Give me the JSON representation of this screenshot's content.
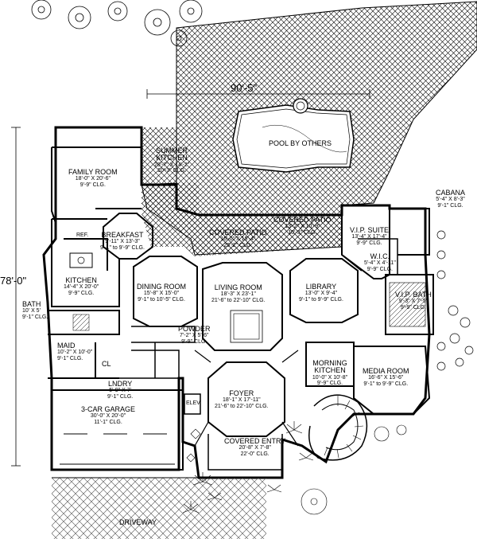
{
  "plan": {
    "overall_width": "90'-5\"",
    "overall_depth": "78'-0\"",
    "rooms": {
      "pool": {
        "name": "POOL BY OTHERS"
      },
      "summer_kitchen": {
        "name": "SUMMER KITCHEN",
        "size": "20'-7\" X 14'-2\"",
        "ceiling": "10'-3\" CLG."
      },
      "family_room": {
        "name": "FAMILY ROOM",
        "size": "18'-0\" X 20'-6\"",
        "ceiling": "9'-9\" CLG."
      },
      "breakfast": {
        "name": "BREAKFAST",
        "size": "9'-11\" X 13'-3\"",
        "ceiling": "9'-1\" to 9'-9\" CLG."
      },
      "covered_patio_1": {
        "name": "COVERED PATIO",
        "size": "16'-0\" X 15'-4\"",
        "ceiling": "25'-2\" CLG."
      },
      "covered_patio_2": {
        "name": "COVERED PATIO",
        "size": "13'-2\" X 10'-9\"",
        "ceiling": "10'-3\" CLG."
      },
      "cabana": {
        "name": "CABANA",
        "size": "5'-4\" X 8'-3\"",
        "ceiling": "9'-1\" CLG."
      },
      "vip_suite": {
        "name": "V.I.P. SUITE",
        "size": "13'-4\" X 17'-4\"",
        "ceiling": "9'-9\" CLG."
      },
      "wic": {
        "name": "W.I.C.",
        "size": "5'-4\" X 4'-11\"",
        "ceiling": "9'-9\" CLG."
      },
      "vip_bath": {
        "name": "V.I.P. BATH",
        "size": "9'-3\" X 7'-5\"",
        "ceiling": "9'-9\" CLG."
      },
      "kitchen": {
        "name": "KITCHEN",
        "size": "14'-4\" X 20'-0\"",
        "ceiling": "9'-9\" CLG."
      },
      "dining_room": {
        "name": "DINING ROOM",
        "size": "15'-8\" X 15'-0\"",
        "ceiling": "9'-1\" to 10'-5\" CLG."
      },
      "living_room": {
        "name": "LIVING ROOM",
        "size": "18'-3\" X 23'-1\"",
        "ceiling": "21'-6\" to 22'-10\" CLG."
      },
      "library": {
        "name": "LIBRARY",
        "size": "13'-0\" X 9'-4\"",
        "ceiling": "9'-1\" to 9'-9\" CLG."
      },
      "bath": {
        "name": "BATH",
        "size": "10' X 5'",
        "ceiling": "9'-1\" CLG."
      },
      "maid": {
        "name": "MAID",
        "size": "10'-2\" X 10'-0\"",
        "ceiling": "9'-1\" CLG."
      },
      "powder": {
        "name": "POWDER",
        "size": "7'-2\" X 5'-6\"",
        "ceiling": "9'-9\" CLG."
      },
      "morning_kitchen": {
        "name": "MORNING KITCHEN",
        "size": "10'-0\" X 10'-8\"",
        "ceiling": "9'-9\" CLG."
      },
      "media_room": {
        "name": "MEDIA ROOM",
        "size": "16'-6\" X 15'-6\"",
        "ceiling": "9'-1\" to 9'-9\" CLG."
      },
      "laundry": {
        "name": "LNDRY",
        "size": "5'-9\" X 7'",
        "ceiling": "9'-1\" CLG."
      },
      "garage": {
        "name": "3-CAR GARAGE",
        "size": "30'-0\" X 20'-0\"",
        "ceiling": "11'-1\" CLG."
      },
      "foyer": {
        "name": "FOYER",
        "size": "18'-1\" X 17'-11\"",
        "ceiling": "21'-6\" to 22'-10\" CLG."
      },
      "covered_entry": {
        "name": "COVERED ENTRY",
        "size": "20'-8\" X 7'-8\"",
        "ceiling": "22'-0\" CLG."
      },
      "driveway": {
        "name": "DRIVEWAY"
      }
    },
    "small_labels": {
      "cl": "CL",
      "elev": "ELEV",
      "ref": "REF."
    }
  }
}
